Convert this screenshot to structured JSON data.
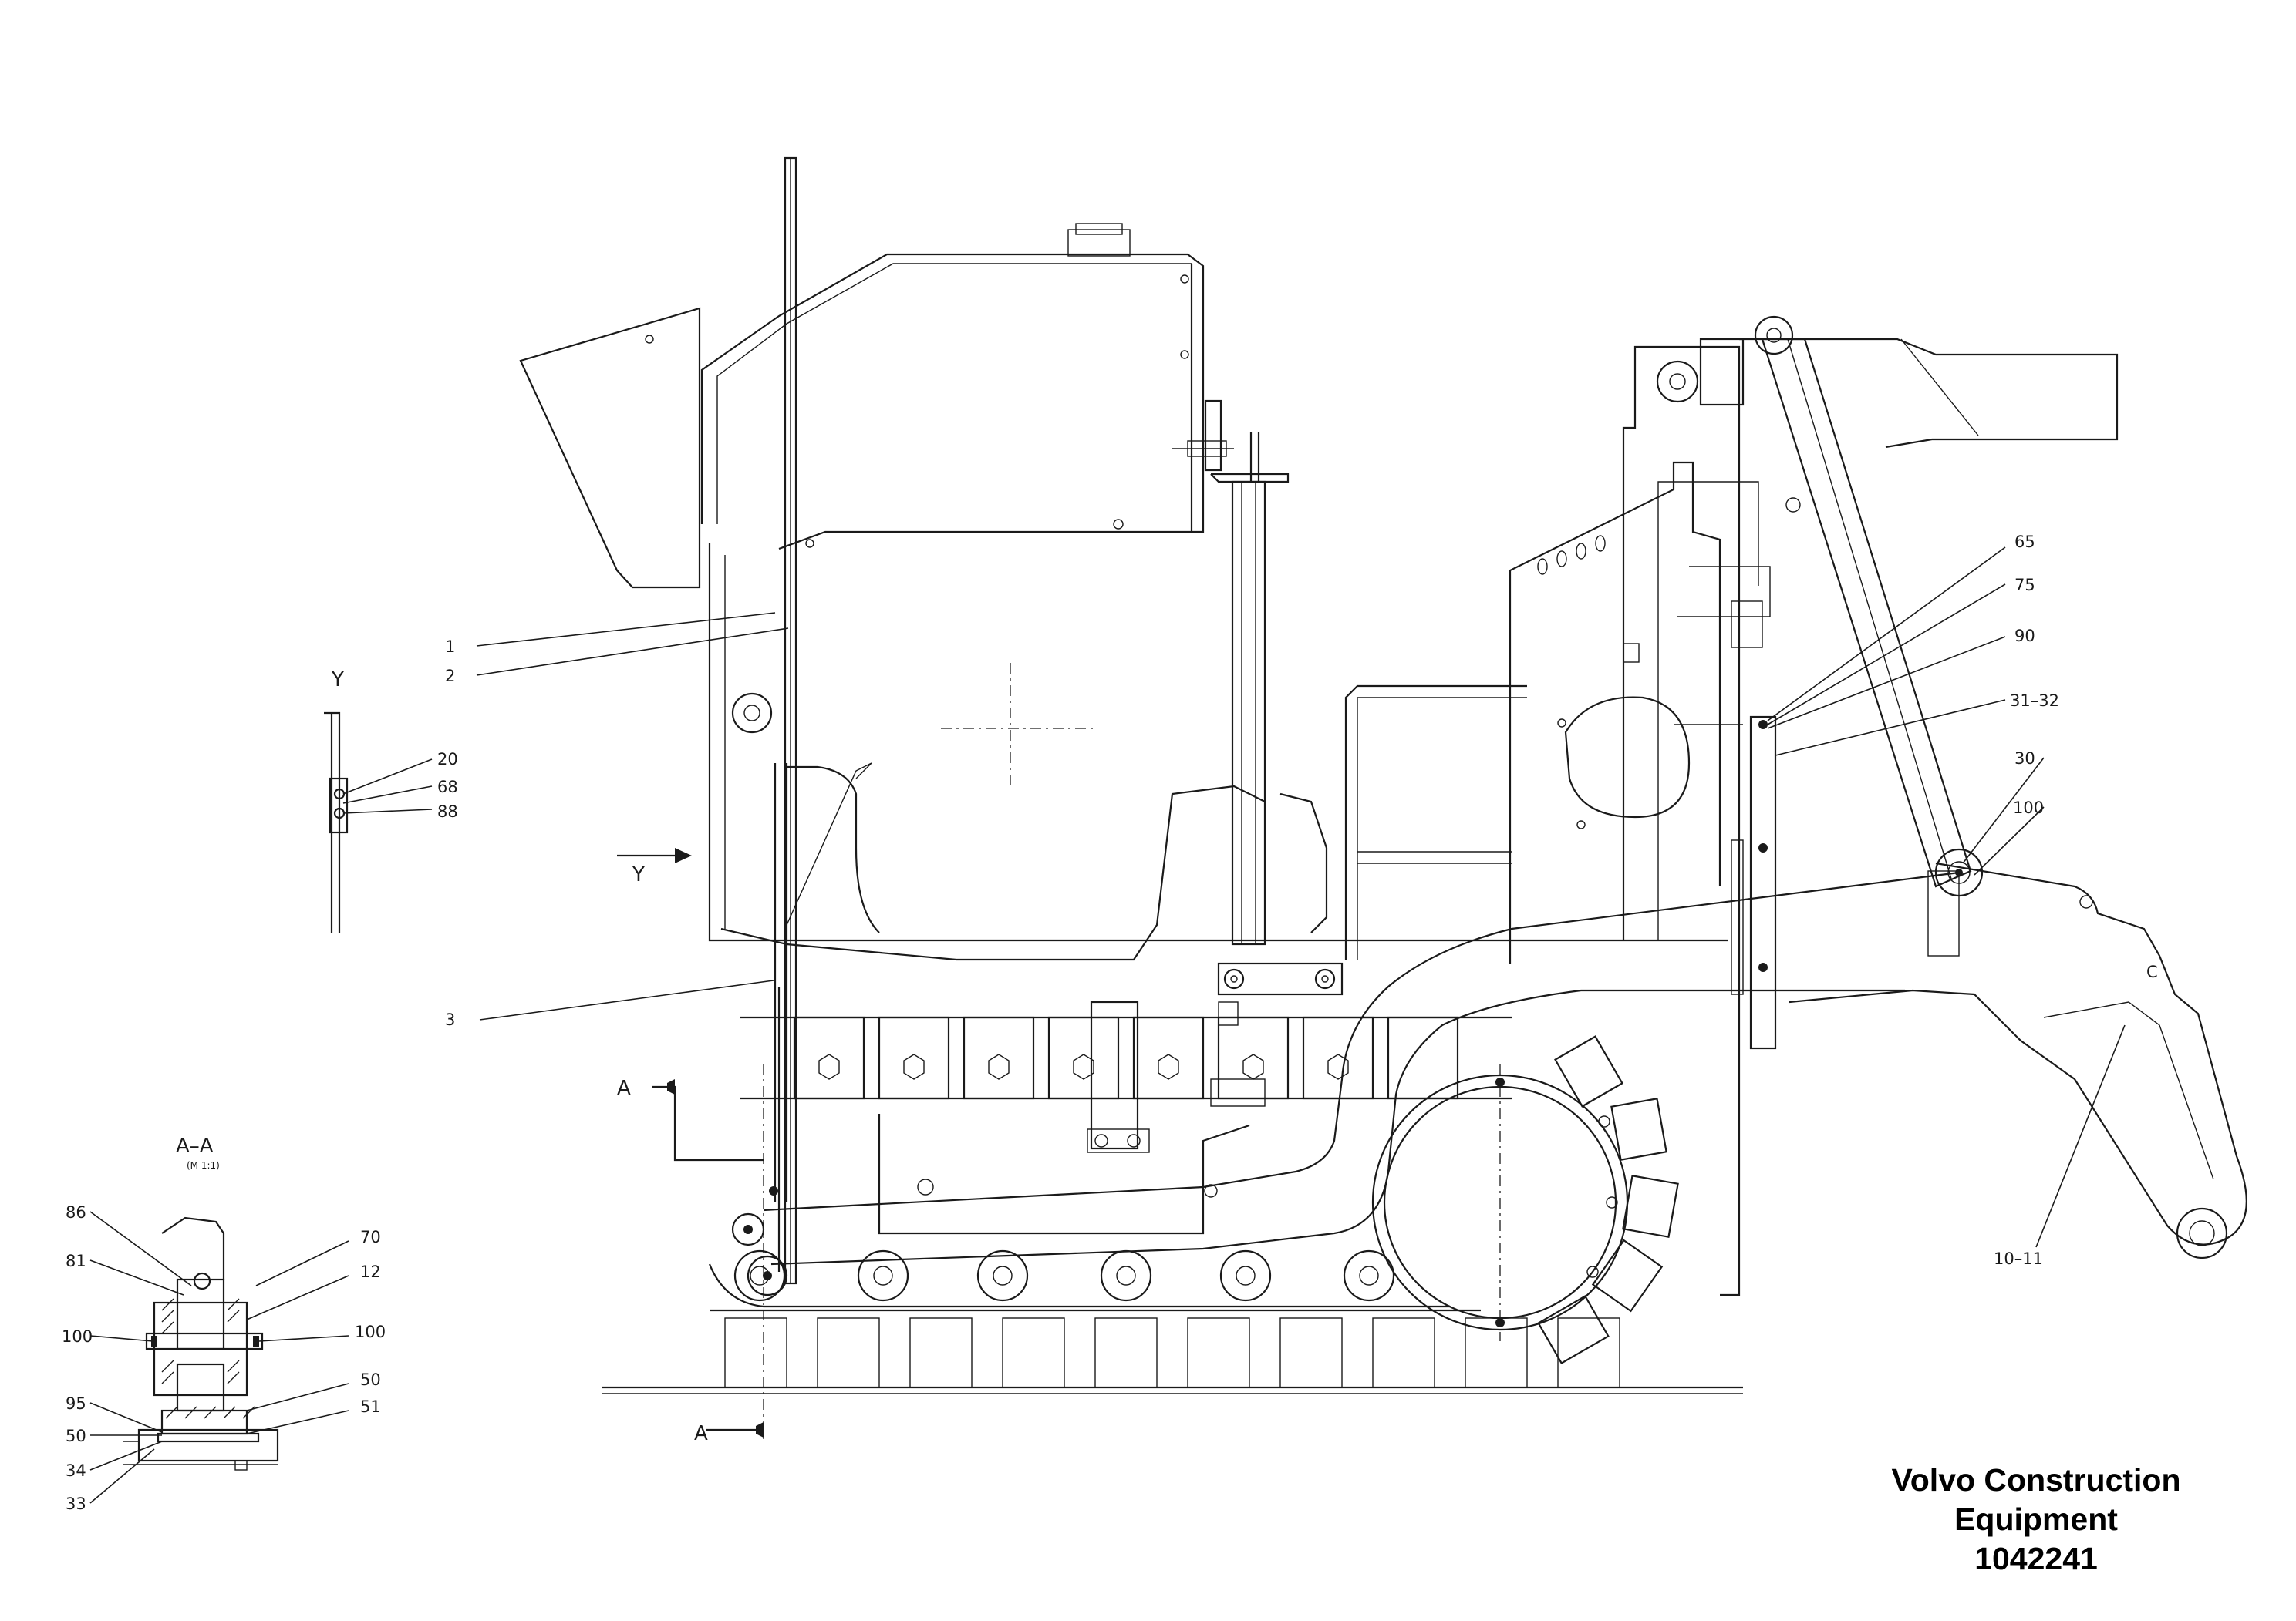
{
  "callouts": {
    "c1": "1",
    "c2": "2",
    "c3": "3",
    "c20": "20",
    "c68": "68",
    "c88": "88",
    "c65": "65",
    "c75": "75",
    "c90": "90",
    "c31_32": "31–32",
    "c30": "30",
    "c100_main": "100",
    "c10_11": "10–11",
    "c86": "86",
    "c81": "81",
    "c100_l": "100",
    "c95": "95",
    "c50_l": "50",
    "c34": "34",
    "c33": "33",
    "c70": "70",
    "c12": "12",
    "c100_r": "100",
    "c50_r": "50",
    "c51": "51"
  },
  "section": {
    "aa_title": "A–A",
    "aa_scale": "(M 1:1)",
    "a_top": "A",
    "a_bottom": "A",
    "y_view_title": "Y",
    "y_arrow_label": "Y",
    "c_mark": "C"
  },
  "brand": {
    "line1": "Volvo Construction",
    "line2": "Equipment",
    "part_number": "1042241"
  }
}
